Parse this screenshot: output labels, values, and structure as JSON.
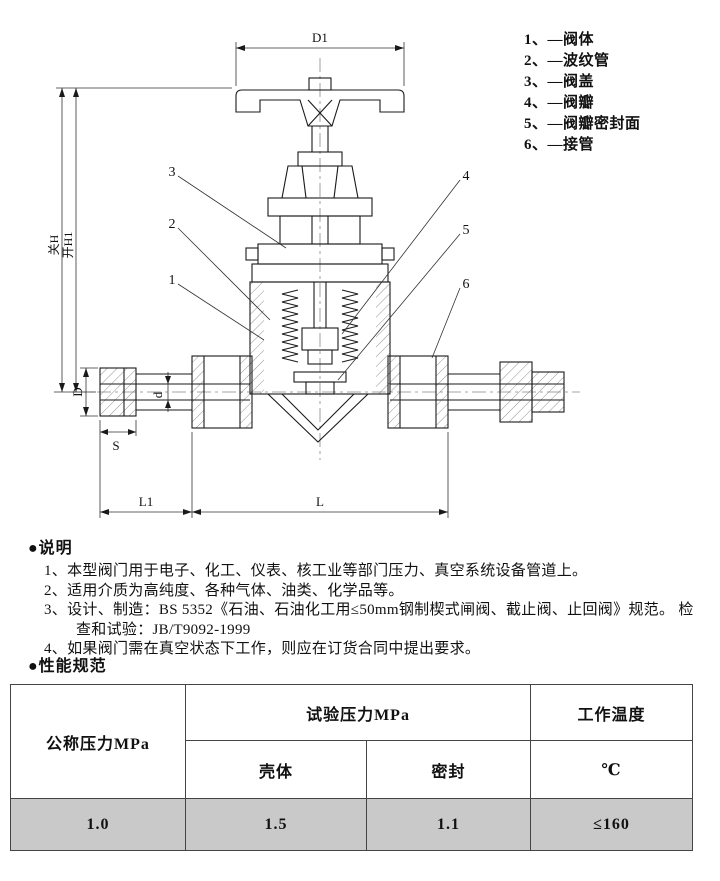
{
  "colors": {
    "line": "#1a1a1a",
    "dim_line": "#333333",
    "table_border": "#444444",
    "table_row_bg": "#c9c9c9",
    "page_bg": "#ffffff"
  },
  "legend": {
    "items": [
      "1、—阀体",
      "2、—波纹管",
      "3、—阀盖",
      "4、—阀瓣",
      "5、—阀瓣密封面",
      "6、—接管"
    ]
  },
  "drawing": {
    "dim_labels": {
      "d1": "D1",
      "h_closed": "关H",
      "h_open": "开H1",
      "outer_diameter": "D",
      "bore_diameter": "d",
      "wrench_size": "S",
      "l1": "L1",
      "l": "L"
    },
    "callouts": [
      "1",
      "2",
      "3",
      "4",
      "5",
      "6"
    ]
  },
  "notes": {
    "title": "●说明",
    "items": [
      "1、本型阀门用于电子、化工、仪表、核工业等部门压力、真空系统设备管道上。",
      "2、适用介质为高纯度、各种气体、油类、化学品等。",
      "3、设计、制造：BS 5352《石油、石油化工用≤50mm钢制楔式闸阀、截止阀、止回阀》规范。 检查和试验：JB/T9092-1999",
      "4、如果阀门需在真空状态下工作，则应在订货合同中提出要求。"
    ]
  },
  "specs": {
    "title": "●性能规范",
    "table": {
      "nominal_pressure_header": "公称压力MPa",
      "test_pressure_header": "试验压力MPa",
      "shell_header": "壳体",
      "seal_header": "密封",
      "temp_header": "工作温度",
      "temp_unit": "℃",
      "values": {
        "nominal": "1.0",
        "shell": "1.5",
        "seal": "1.1",
        "temp": "≤160"
      }
    }
  }
}
